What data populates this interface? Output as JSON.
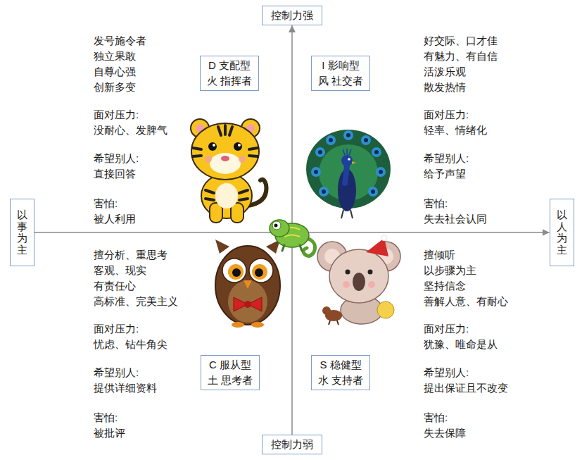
{
  "diagram": {
    "nodes": [
      {
        "text": [
          "控制力强"
        ]
      },
      {
        "text": [
          "D 支配型",
          "火 指挥者"
        ]
      },
      {
        "text": [
          "I 影响型",
          "风 社交者"
        ]
      },
      {
        "text": [
          "以事为主"
        ]
      },
      {
        "text": [
          "以人为主"
        ]
      },
      {
        "text": [
          "C 服从型",
          "土 思考者"
        ]
      },
      {
        "text": [
          "S 稳健型",
          "水 支持者"
        ]
      },
      {
        "text": [
          "控制力弱"
        ]
      }
    ],
    "edges": [
      {
        "from": 7,
        "to": 0,
        "arrow": "to"
      },
      {
        "from": 3,
        "to": 4,
        "arrow": "to"
      }
    ],
    "labels": [
      "发号施令者",
      "独立果敢",
      "自尊心强",
      "创新多变",
      "面对压力:",
      "没耐心、发脾气",
      "希望别人:",
      "直接回答",
      "害怕:",
      "被人利用",
      "好交际、口才佳",
      "有魅力、有自信",
      "活泼乐观",
      "散发热情",
      "面对压力:",
      "轻率、情绪化",
      "希望别人:",
      "给予声望",
      "害怕:",
      "失去社会认同",
      "擅分析、重思考",
      "客观、现实",
      "有责任心",
      "高标准、完美主义",
      "面对压力:",
      "忧虑、钻牛角尖",
      "希望别人:",
      "提供详细资料",
      "害怕:",
      "被批评",
      "擅倾听",
      "以步骤为主",
      "坚持信念",
      "善解人意、有耐心",
      "面对压力:",
      "犹豫、唯命是从",
      "希望别人:",
      "提出保证且不改变",
      "害怕:",
      "失去保障"
    ]
  }
}
